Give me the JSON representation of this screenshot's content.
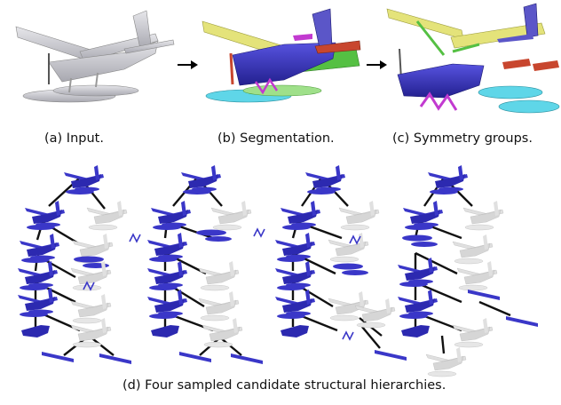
{
  "top_row": {
    "panels": [
      {
        "id": "a",
        "caption": "(a) Input."
      },
      {
        "id": "b",
        "caption": "(b) Segmentation."
      },
      {
        "id": "c",
        "caption": "(c) Symmetry groups."
      }
    ]
  },
  "bottom": {
    "caption": "(d) Four sampled candidate structural hierarchies."
  },
  "colors": {
    "input_gray": "#c8c8cc",
    "part_blue": "#3a37c8",
    "wing_yellow": "#e4e37a",
    "wing_green": "#55c043",
    "tail_red": "#c8462e",
    "float_cyan": "#5fd6e8",
    "float_green": "#9fe08a",
    "strut_magenta": "#c23ad0",
    "ghost_gray": "#dcdcdc",
    "edge_black": "#111111"
  }
}
